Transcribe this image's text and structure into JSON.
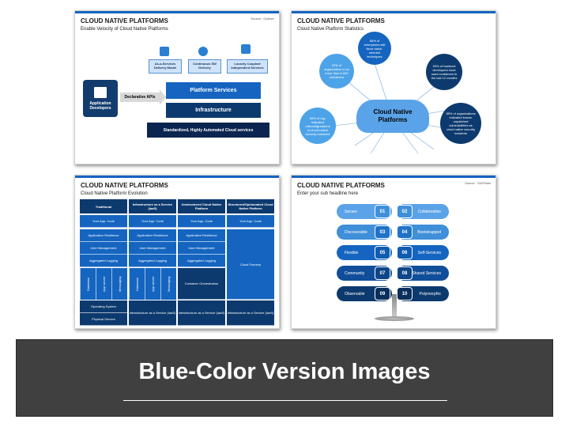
{
  "slides": {
    "s1": {
      "title": "CLOUD NATIVE PLATFORMS",
      "subtitle": "Enable Velocity of Cloud Native Platforms",
      "source": "Source : Gartner",
      "chips": [
        "As-a-Services Delivery Model",
        "Continuous SW Delivery",
        "Loosely Coupled/ Independent Services"
      ],
      "developer": "Application Developers",
      "api": "Declarative APIs",
      "platform": "Platform Services",
      "infra": "Infrastructure",
      "standard": "Standardized, Highly Automated Cloud services"
    },
    "s2": {
      "title": "CLOUD NATIVE PLATFORMS",
      "subtitle": "Cloud Native Platform Statistics",
      "center": "Cloud Native Platforms",
      "stats": [
        "85% of enterprises still favor batch-oriented techniques",
        "23% of organization s run more than 5,000 containers",
        "59% of backend developers have used containers in the last 12 months",
        "45% of org. indicated misconfigurations to cloud-native security incidents",
        "38% of organizations indicated known unpatched vulnerabilities as cloud native security incidents"
      ]
    },
    "s3": {
      "title": "CLOUD NATIVE PLATFORMS",
      "subtitle": "Cloud Native Platform Evolution",
      "headers": [
        "Traditional",
        "Infrastructure as a Service (IaaS)",
        "Unstructured Cloud Native Platform",
        "Structured/Opinionated Cloud Native Platform"
      ],
      "app_code": "Your App. Code",
      "resilience": "Application Resilience",
      "user_mgmt": "User Management",
      "logging": "Aggregated Logging",
      "vertical": [
        "Database",
        "App server",
        "Messaging"
      ],
      "os": "Operating System",
      "physical": "Physical Servers",
      "container": "Container Orchestration",
      "cloud_foundry": "Cloud Foundry",
      "iaas": "Infrastructure as a Service (IaaS)"
    },
    "s4": {
      "title": "CLOUD NATIVE PLATFORMS",
      "subtitle": "Enter your sub headline here",
      "source": "Source : SIGPlatin",
      "left": [
        {
          "label": "Secure",
          "num": "01"
        },
        {
          "label": "Discoverable",
          "num": "03"
        },
        {
          "label": "Flexible",
          "num": "05"
        },
        {
          "label": "Community",
          "num": "07"
        },
        {
          "label": "Observable",
          "num": "09"
        }
      ],
      "right": [
        {
          "label": "Collaborative",
          "num": "02"
        },
        {
          "label": "Bootstrapped",
          "num": "04"
        },
        {
          "label": "Self-Services",
          "num": "06"
        },
        {
          "label": "Shared Services",
          "num": "08"
        },
        {
          "label": "Polymorphic",
          "num": "10"
        }
      ]
    }
  },
  "banner": {
    "title": "Blue-Color Version Images"
  },
  "colors": {
    "navy": "#0d3a6e",
    "blue": "#1565c0",
    "light": "#5ba3e8",
    "banner": "#404040"
  }
}
